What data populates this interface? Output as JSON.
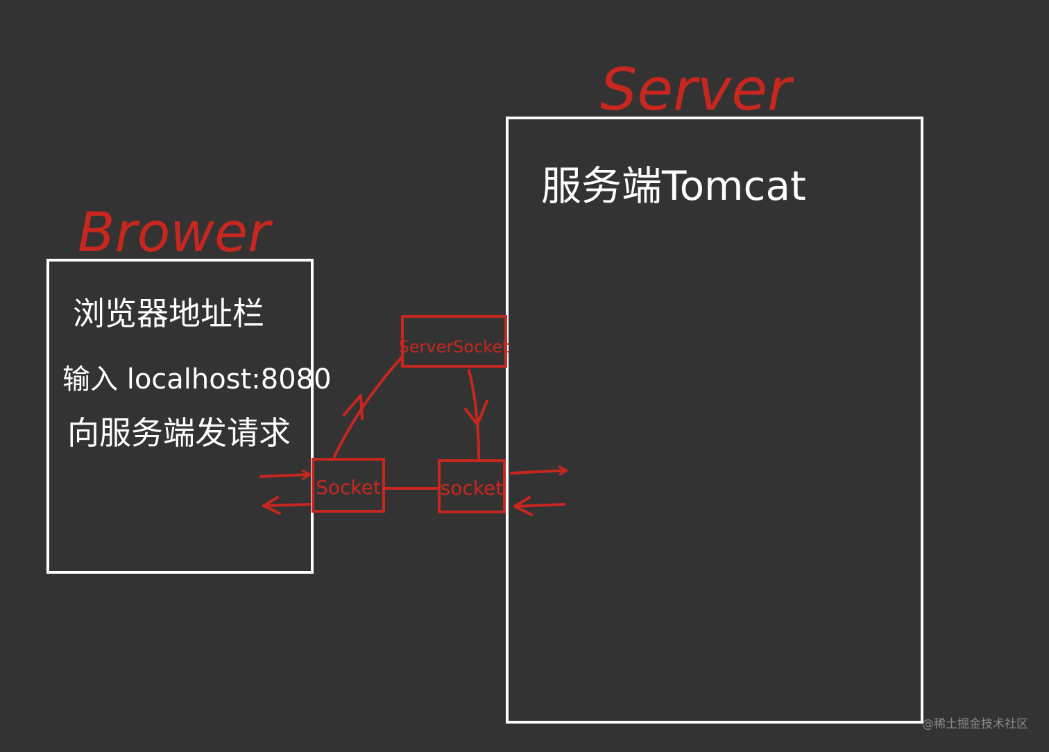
{
  "browser": {
    "title": "Brower",
    "lines": [
      "浏览器地址栏",
      "输入 localhost:8080",
      "向服务端发请求"
    ]
  },
  "server": {
    "title": "Server",
    "label": "服务端Tomcat"
  },
  "nodes": {
    "server_socket": "ServerSocket",
    "client_socket": "Socket",
    "server_side_socket": "socket"
  },
  "watermark": "@稀土掘金技术社区",
  "colors": {
    "background": "#333333",
    "box_stroke": "#ffffff",
    "accent": "#c8271f",
    "text": "#ffffff"
  }
}
